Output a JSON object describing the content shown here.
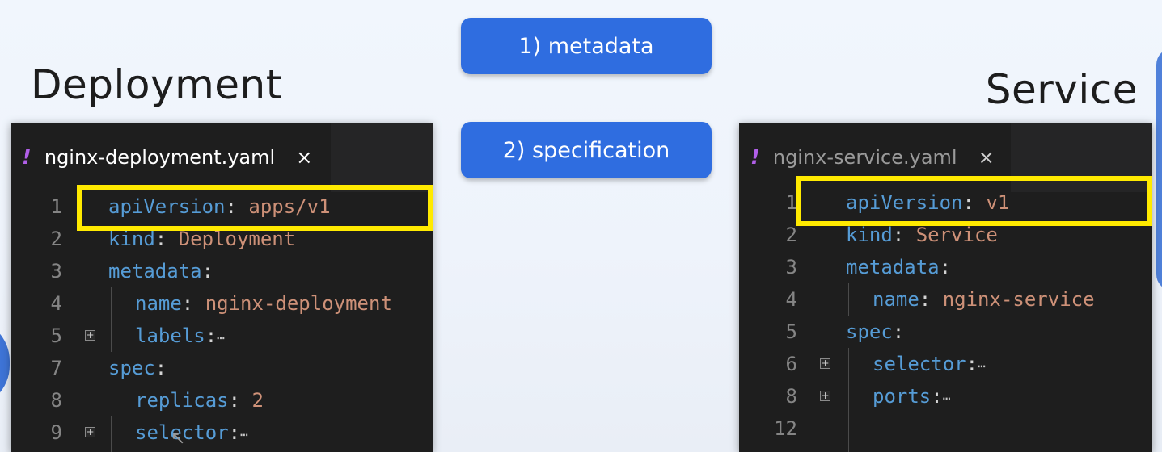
{
  "headings": {
    "left": "Deployment",
    "right": "Service"
  },
  "buttons": [
    {
      "label": "1) metadata"
    },
    {
      "label": "2) specification"
    }
  ],
  "colors": {
    "accent": "#2f6de0",
    "highlight": "#ffea00",
    "editor_bg": "#1e1e1e"
  },
  "deployment_editor": {
    "tab": {
      "icon": "yaml-exclamation-icon",
      "icon_glyph": "!",
      "filename": "nginx-deployment.yaml",
      "close": "×"
    },
    "lines": [
      {
        "num": "1",
        "key": "apiVersion",
        "sep": ":",
        "val": " apps/v1",
        "fold": ""
      },
      {
        "num": "2",
        "key": "kind",
        "sep": ":",
        "val": " Deployment",
        "fold": ""
      },
      {
        "num": "3",
        "key": "metadata",
        "sep": ":",
        "val": "",
        "fold": ""
      },
      {
        "num": "4",
        "key": "name",
        "sep": ":",
        "val": " nginx-deployment",
        "fold": ""
      },
      {
        "num": "5",
        "key": "labels",
        "sep": ":",
        "val": "",
        "fold": "+",
        "ellipsis": "⋯"
      },
      {
        "num": "7",
        "key": "spec",
        "sep": ":",
        "val": "",
        "fold": ""
      },
      {
        "num": "8",
        "key": "replicas",
        "sep": ":",
        "val": " 2",
        "fold": ""
      },
      {
        "num": "9",
        "key": "selector",
        "sep": ":",
        "val": "",
        "fold": "+",
        "ellipsis": "⋯"
      }
    ]
  },
  "service_editor": {
    "tab": {
      "icon": "yaml-exclamation-icon",
      "icon_glyph": "!",
      "filename": "nginx-service.yaml",
      "close": "×"
    },
    "lines": [
      {
        "num": "1",
        "key": "apiVersion",
        "sep": ":",
        "val": " v1",
        "fold": ""
      },
      {
        "num": "2",
        "key": "kind",
        "sep": ":",
        "val": " Service",
        "fold": ""
      },
      {
        "num": "3",
        "key": "metadata",
        "sep": ":",
        "val": "",
        "fold": ""
      },
      {
        "num": "4",
        "key": "name",
        "sep": ":",
        "val": " nginx-service",
        "fold": ""
      },
      {
        "num": "5",
        "key": "spec",
        "sep": ":",
        "val": "",
        "fold": ""
      },
      {
        "num": "6",
        "key": "selector",
        "sep": ":",
        "val": "",
        "fold": "+",
        "ellipsis": "⋯"
      },
      {
        "num": "8",
        "key": "ports",
        "sep": ":",
        "val": "",
        "fold": "+",
        "ellipsis": "⋯"
      },
      {
        "num": "12",
        "key": "",
        "sep": "",
        "val": "",
        "fold": ""
      }
    ]
  }
}
